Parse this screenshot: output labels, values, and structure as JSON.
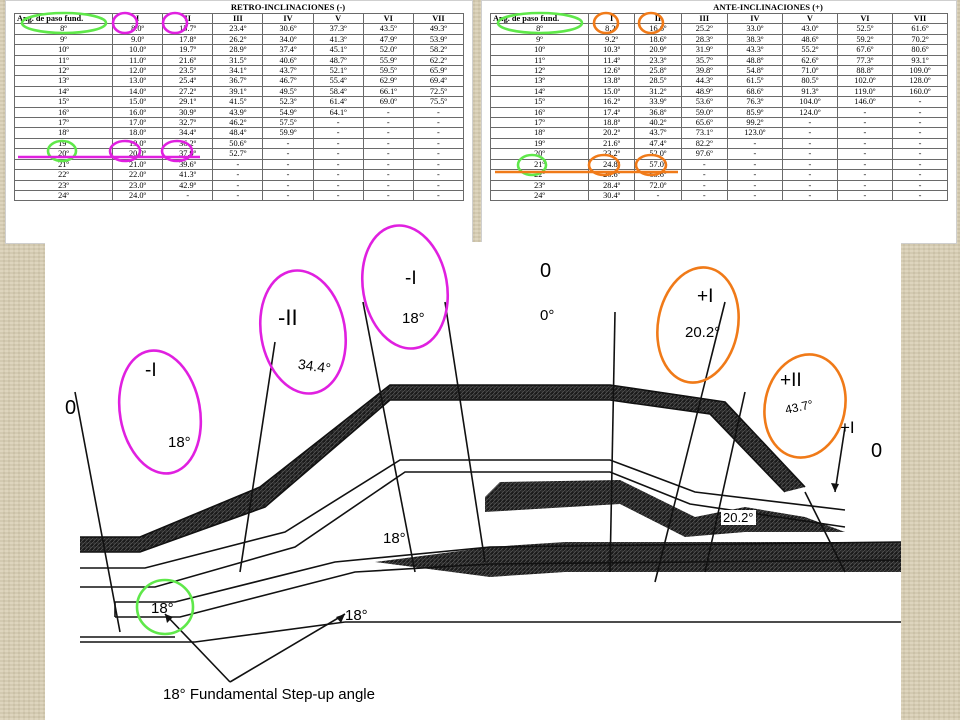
{
  "retro": {
    "title": "RETRO-INCLINACIONES (-)",
    "headers": [
      "Ang. de paso fund.",
      "I",
      "II",
      "III",
      "IV",
      "V",
      "VI",
      "VII"
    ],
    "rows": [
      [
        "8º",
        "8.0º",
        "15.7º",
        "23.4º",
        "30.6º",
        "37.3º",
        "43.5º",
        "49.3º"
      ],
      [
        "9º",
        "9.0º",
        "17.8º",
        "26.2º",
        "34.0º",
        "41.3º",
        "47.9º",
        "53.9º"
      ],
      [
        "10º",
        "10.0º",
        "19.7º",
        "28.9º",
        "37.4º",
        "45.1º",
        "52.0º",
        "58.2º"
      ],
      [
        "11º",
        "11.0º",
        "21.6º",
        "31.5º",
        "40.6º",
        "48.7º",
        "55.9º",
        "62.2º"
      ],
      [
        "12º",
        "12.0º",
        "23.5º",
        "34.1º",
        "43.7º",
        "52.1º",
        "59.5º",
        "65.9º"
      ],
      [
        "13º",
        "13.0º",
        "25.4º",
        "36.7º",
        "46.7º",
        "55.4º",
        "62.9º",
        "69.4º"
      ],
      [
        "14º",
        "14.0º",
        "27.2º",
        "39.1º",
        "49.5º",
        "58.4º",
        "66.1º",
        "72.5º"
      ],
      [
        "15º",
        "15.0º",
        "29.1º",
        "41.5º",
        "52.3º",
        "61.4º",
        "69.0º",
        "75.5º"
      ],
      [
        "16º",
        "16.0º",
        "30.9º",
        "43.9º",
        "54.9º",
        "64.1º",
        "-",
        "-"
      ],
      [
        "17º",
        "17.0º",
        "32.7º",
        "46.2º",
        "57.5º",
        "-",
        "-",
        "-"
      ],
      [
        "18º",
        "18.0º",
        "34.4º",
        "48.4º",
        "59.9º",
        "-",
        "-",
        "-"
      ],
      [
        "19º",
        "19.0º",
        "36.2º",
        "50.6º",
        "-",
        "-",
        "-",
        "-"
      ],
      [
        "20º",
        "20.0º",
        "37.9º",
        "52.7º",
        "-",
        "-",
        "-",
        "-"
      ],
      [
        "21º",
        "21.0º",
        "39.6º",
        "-",
        "-",
        "-",
        "-",
        "-"
      ],
      [
        "22º",
        "22.0º",
        "41.3º",
        "-",
        "-",
        "-",
        "-",
        "-"
      ],
      [
        "23º",
        "23.0º",
        "42.9º",
        "-",
        "-",
        "-",
        "-",
        "-"
      ],
      [
        "24º",
        "24.0º",
        "-",
        "-",
        "-",
        "-",
        "-",
        "-"
      ]
    ]
  },
  "ante": {
    "title": "ANTE-INCLINACIONES (+)",
    "headers": [
      "Ang. de paso fund.",
      "I",
      "II",
      "III",
      "IV",
      "V",
      "VI",
      "VII"
    ],
    "rows": [
      [
        "8º",
        "8.2º",
        "16.6º",
        "25.2º",
        "33.0º",
        "43.0º",
        "52.5º",
        "61.6º"
      ],
      [
        "9º",
        "9.2º",
        "18.6º",
        "28.3º",
        "38.3º",
        "48.6º",
        "59.2º",
        "70.2º"
      ],
      [
        "10º",
        "10.3º",
        "20.9º",
        "31.9º",
        "43.3º",
        "55.2º",
        "67.6º",
        "80.6º"
      ],
      [
        "11º",
        "11.4º",
        "23.3º",
        "35.7º",
        "48.8º",
        "62.6º",
        "77.3º",
        "93.1º"
      ],
      [
        "12º",
        "12.6º",
        "25.8º",
        "39.8º",
        "54.8º",
        "71.0º",
        "88.8º",
        "109.0º"
      ],
      [
        "13º",
        "13.8º",
        "28.5º",
        "44.3º",
        "61.5º",
        "80.5º",
        "102.0º",
        "128.0º"
      ],
      [
        "14º",
        "15.0º",
        "31.2º",
        "48.9º",
        "68.6º",
        "91.3º",
        "119.0º",
        "160.0º"
      ],
      [
        "15º",
        "16.2º",
        "33.9º",
        "53.6º",
        "76.3º",
        "104.0º",
        "146.0º",
        "-"
      ],
      [
        "16º",
        "17.4º",
        "36.8º",
        "59.0º",
        "85.9º",
        "124.0º",
        "-",
        "-"
      ],
      [
        "17º",
        "18.8º",
        "40.2º",
        "65.6º",
        "99.2º",
        "-",
        "-",
        "-"
      ],
      [
        "18º",
        "20.2º",
        "43.7º",
        "73.1º",
        "123.0º",
        "-",
        "-",
        "-"
      ],
      [
        "19º",
        "21.6º",
        "47.4º",
        "82.2º",
        "-",
        "-",
        "-",
        "-"
      ],
      [
        "20º",
        "23.2º",
        "52.0º",
        "97.6º",
        "-",
        "-",
        "-",
        "-"
      ],
      [
        "21º",
        "24.8º",
        "57.0º",
        "-",
        "-",
        "-",
        "-",
        "-"
      ],
      [
        "22º",
        "26.6º",
        "63.6º",
        "-",
        "-",
        "-",
        "-",
        "-"
      ],
      [
        "23º",
        "28.4º",
        "72.0º",
        "-",
        "-",
        "-",
        "-",
        "-"
      ],
      [
        "24º",
        "30.4º",
        "-",
        "-",
        "-",
        "-",
        "-",
        "-"
      ]
    ]
  },
  "figure": {
    "zero_left": "0",
    "zero_center": "0",
    "zero_center_val": "0°",
    "zero_right": "0",
    "labels": {
      "minus_i_left": "-I",
      "minus_i_left_val": "18°",
      "minus_ii": "-II",
      "minus_ii_val": "34.4°",
      "minus_i_top": "-I",
      "minus_i_top_val": "18°",
      "plus_i": "+I",
      "plus_i_val": "20.2°",
      "plus_ii": "+II",
      "plus_ii_val": "43.7°",
      "plus_i_small": "+I",
      "band_20_2": "20.2°",
      "band_18": "18°",
      "bottom_18_left": "18°",
      "bottom_18_mid": "18°",
      "caption": "18° Fundamental Step-up angle"
    }
  },
  "colors": {
    "magenta": "#e020e0",
    "green": "#5fe84a",
    "orange": "#f07a18",
    "bg": "#d8cdb2"
  }
}
